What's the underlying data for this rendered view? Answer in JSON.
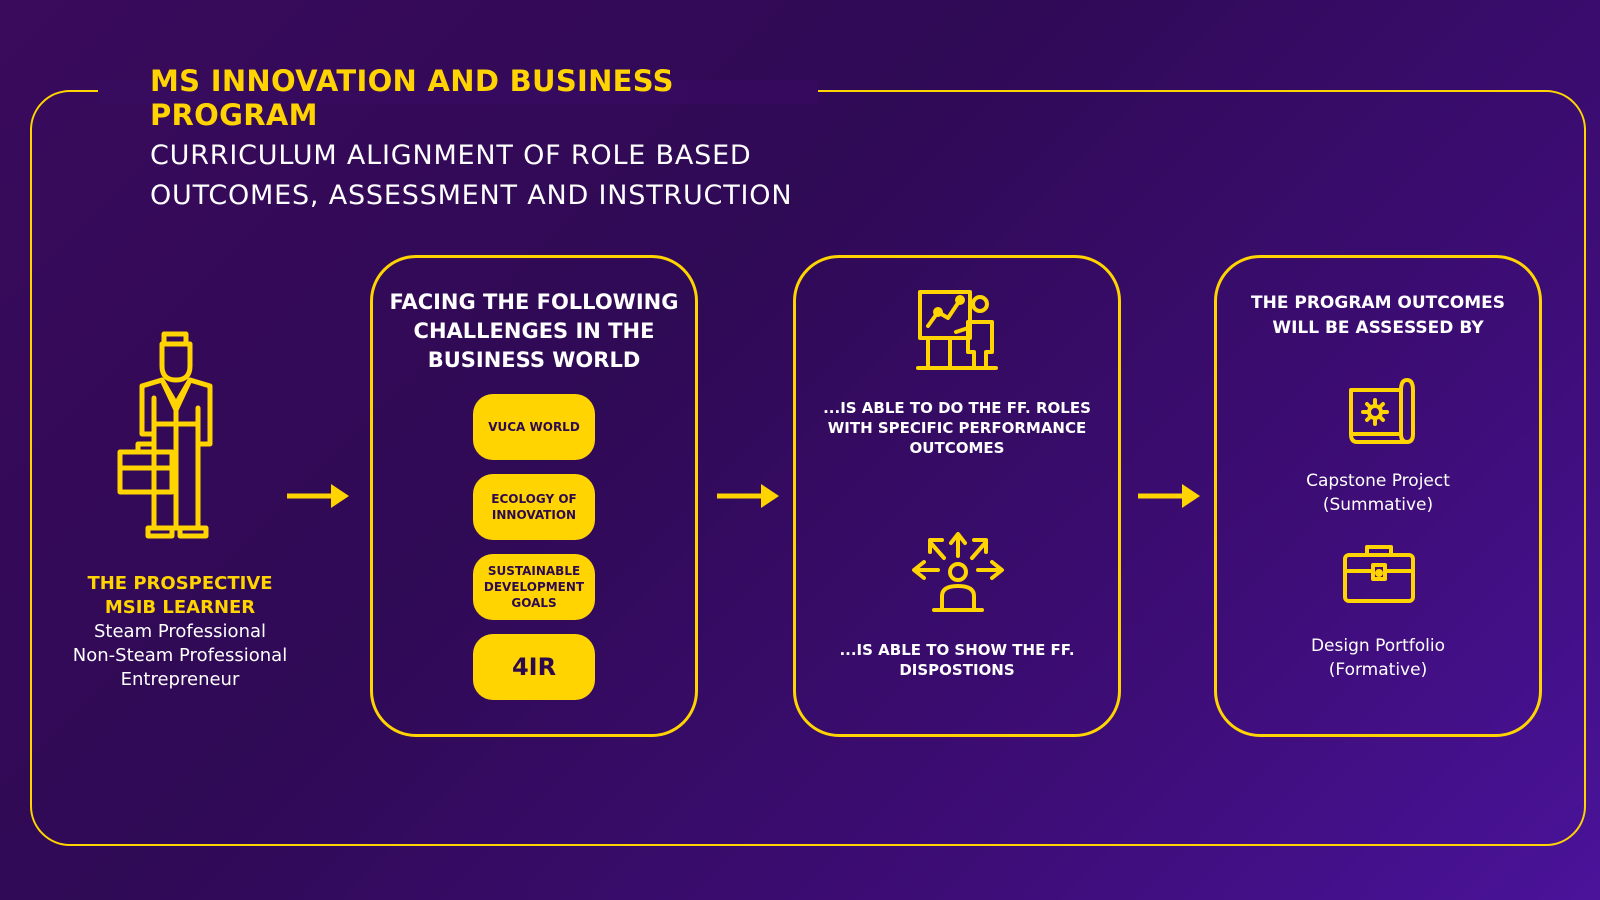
{
  "header": {
    "title": "MS INNOVATION AND BUSINESS PROGRAM",
    "subtitle": "CURRICULUM ALIGNMENT OF ROLE BASED OUTCOMES, ASSESSMENT AND INSTRUCTION"
  },
  "learner": {
    "title_line1": "THE PROSPECTIVE",
    "title_line2": "MSIB LEARNER",
    "types": [
      "Steam Professional",
      "Non-Steam Professional",
      "Entrepreneur"
    ],
    "icon": "businessman-briefcase-icon"
  },
  "challenges": {
    "heading": "FACING THE FOLLOWING CHALLENGES IN THE BUSINESS WORLD",
    "items": [
      "VUCA WORLD",
      "ECOLOGY OF INNOVATION",
      "SUSTAINABLE DEVELOPMENT GOALS",
      "4IR"
    ]
  },
  "roles": {
    "roles_text": "...IS ABLE TO DO THE FF. ROLES WITH SPECIFIC PERFORMANCE OUTCOMES",
    "dispositions_text": "...IS ABLE TO SHOW THE FF. DISPOSTIONS",
    "icons": [
      "presentation-chart-icon",
      "person-arrows-icon"
    ]
  },
  "assessment": {
    "heading": "THE PROGRAM OUTCOMES WILL BE ASSESSED BY",
    "items": [
      {
        "label_line1": "Capstone Project",
        "label_line2": "(Summative)",
        "icon": "blueprint-gear-icon"
      },
      {
        "label_line1": "Design Portfolio",
        "label_line2": "(Formative)",
        "icon": "briefcase-icon"
      }
    ]
  },
  "colors": {
    "accent": "#ffd400",
    "background_start": "#3a0a5c",
    "background_end": "#4a139a",
    "text": "#ffffff"
  }
}
